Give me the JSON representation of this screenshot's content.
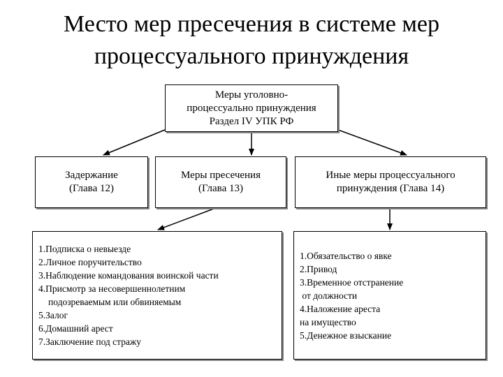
{
  "title": {
    "line1": "Место мер пресечения в системе мер",
    "line2": "процессуального принуждения"
  },
  "top": {
    "line1": "Меры уголовно-",
    "line2": "процессуально принуждения",
    "line3": "Раздел IV УПК РФ"
  },
  "branches": [
    {
      "line1": "Задержание",
      "line2": "(Глава 12)"
    },
    {
      "line1": "Меры пресечения",
      "line2": "(Глава 13)"
    },
    {
      "line1": "Иные меры процессуального",
      "line2": "принуждения (Глава 14)"
    }
  ],
  "preventive_list": [
    "1.Подписка о невыезде",
    "2.Личное поручительство",
    "3.Наблюдение командования воинской части",
    "4.Присмотр за несовершеннолетним",
    "подозреваемым или обвиняемым",
    "5.Залог",
    "6.Домашний арест",
    "7.Заключение под стражу"
  ],
  "other_list": [
    "1.Обязательство о явке",
    "2.Привод",
    "3.Временное отстранение",
    " от должности",
    "4.Наложение ареста",
    "на имущество",
    "5.Денежное взыскание"
  ]
}
